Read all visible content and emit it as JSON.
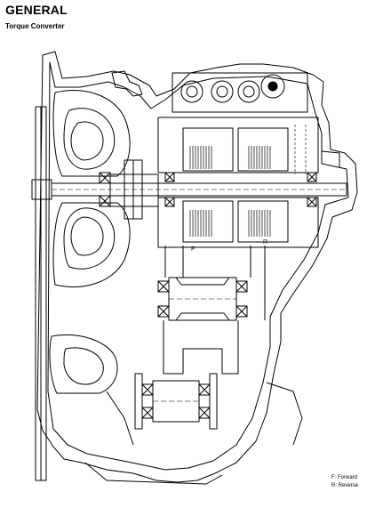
{
  "page": {
    "title": "GENERAL",
    "subtitle": "Torque Converter"
  },
  "diagram": {
    "labels": {
      "forward_clutch": "F",
      "reverse_clutch": "R"
    }
  },
  "legend": {
    "items": [
      "F: Forward",
      "R: Reverse"
    ]
  }
}
